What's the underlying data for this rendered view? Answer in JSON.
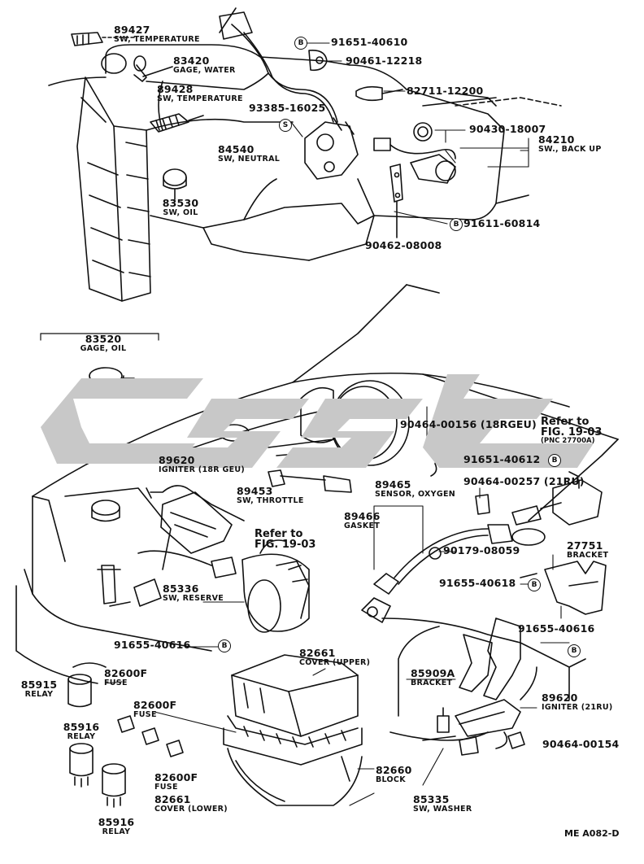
{
  "code": "ME A082-D",
  "marks": {
    "b": "B",
    "s": "S"
  },
  "watermark_color": "#c8c8c8",
  "parts": [
    {
      "id": "p89427",
      "number": "89427",
      "desc": "SW, TEMPERATURE"
    },
    {
      "id": "p83420",
      "number": "83420",
      "desc": "GAGE, WATER"
    },
    {
      "id": "p89428",
      "number": "89428",
      "desc": "SW, TEMPERATURE"
    },
    {
      "id": "p83530",
      "number": "83530",
      "desc": "SW, OIL"
    },
    {
      "id": "p84540",
      "number": "84540",
      "desc": "SW, NEUTRAL"
    },
    {
      "id": "p84210",
      "number": "84210",
      "desc": "SW., BACK UP"
    },
    {
      "id": "p83520",
      "number": "83520",
      "desc": "GAGE, OIL"
    },
    {
      "id": "p89620a",
      "number": "89620",
      "desc": "IGNITER (18R GEU)"
    },
    {
      "id": "p89453",
      "number": "89453",
      "desc": "SW, THROTTLE"
    },
    {
      "id": "p89465",
      "number": "89465",
      "desc": "SENSOR, OXYGEN"
    },
    {
      "id": "p89466",
      "number": "89466",
      "desc": "GASKET"
    },
    {
      "id": "p27751",
      "number": "27751",
      "desc": "BRACKET"
    },
    {
      "id": "p85336",
      "number": "85336",
      "desc": "SW, RESERVE"
    },
    {
      "id": "p82661u",
      "number": "82661",
      "desc": "COVER (UPPER)"
    },
    {
      "id": "p85909a",
      "number": "85909A",
      "desc": "BRACKET"
    },
    {
      "id": "p89620b",
      "number": "89620",
      "desc": "IGNITER (21RU)"
    },
    {
      "id": "p85915",
      "number": "85915",
      "desc": "RELAY"
    },
    {
      "id": "p82600f1",
      "number": "82600F",
      "desc": "FUSE"
    },
    {
      "id": "p82600f2",
      "number": "82600F",
      "desc": "FUSE"
    },
    {
      "id": "p85916a",
      "number": "85916",
      "desc": "RELAY"
    },
    {
      "id": "p82600f3",
      "number": "82600F",
      "desc": "FUSE"
    },
    {
      "id": "p82661l",
      "number": "82661",
      "desc": "COVER (LOWER)"
    },
    {
      "id": "p85916b",
      "number": "85916",
      "desc": "RELAY"
    },
    {
      "id": "p82660",
      "number": "82660",
      "desc": "BLOCK"
    },
    {
      "id": "p85335",
      "number": "85335",
      "desc": "SW, WASHER"
    }
  ],
  "numbers": {
    "n91651_40610": "91651-40610",
    "n90461_12218": "90461-12218",
    "n82711_12200": "82711-12200",
    "n93385_16025": "93385-16025",
    "n90430_18007": "90430-18007",
    "n91611_60814": "91611-60814",
    "n90462_08008": "90462-08008",
    "n90464_00156": "90464-00156 (18RGEU)",
    "n91651_40612": "91651-40612",
    "n90464_00257": "90464-00257 (21RU)",
    "n90179_08059": "90179-08059",
    "n91655_40618": "91655-40618",
    "n91655_40616a": "91655-40616",
    "n91655_40616b": "91655-40616",
    "n90464_00154": "90464-00154"
  },
  "refs": [
    {
      "id": "ref_right",
      "line1": "Refer to",
      "line2": "FIG. 19-03",
      "line3": "(PNC 27700A)"
    },
    {
      "id": "ref_center",
      "line1": "Refer to",
      "line2": "FIG. 19-03"
    }
  ]
}
